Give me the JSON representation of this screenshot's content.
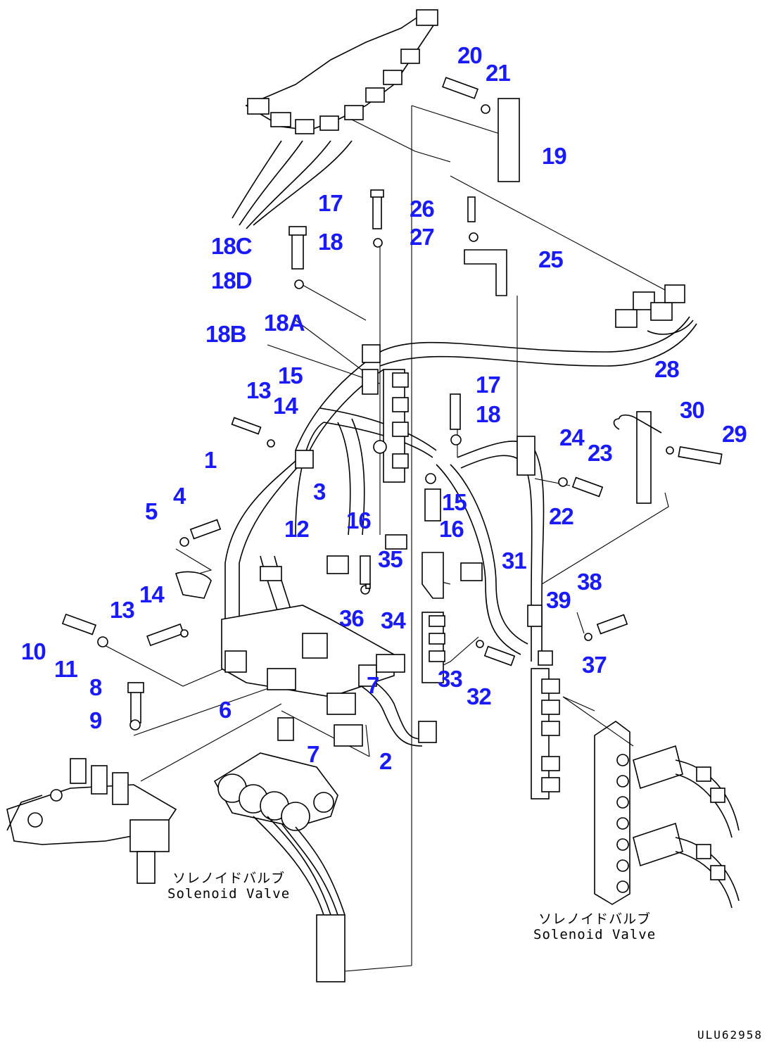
{
  "callouts": [
    {
      "id": "20",
      "label": "20"
    },
    {
      "id": "21",
      "label": "21"
    },
    {
      "id": "19",
      "label": "19"
    },
    {
      "id": "17a",
      "label": "17"
    },
    {
      "id": "26",
      "label": "26"
    },
    {
      "id": "18C",
      "label": "18C"
    },
    {
      "id": "18a",
      "label": "18"
    },
    {
      "id": "27",
      "label": "27"
    },
    {
      "id": "25",
      "label": "25"
    },
    {
      "id": "18D",
      "label": "18D"
    },
    {
      "id": "18A",
      "label": "18A"
    },
    {
      "id": "18B",
      "label": "18B"
    },
    {
      "id": "28",
      "label": "28"
    },
    {
      "id": "13a",
      "label": "13"
    },
    {
      "id": "15a",
      "label": "15"
    },
    {
      "id": "14a",
      "label": "14"
    },
    {
      "id": "17b",
      "label": "17"
    },
    {
      "id": "30",
      "label": "30"
    },
    {
      "id": "18b",
      "label": "18"
    },
    {
      "id": "29",
      "label": "29"
    },
    {
      "id": "24",
      "label": "24"
    },
    {
      "id": "23",
      "label": "23"
    },
    {
      "id": "1",
      "label": "1"
    },
    {
      "id": "4",
      "label": "4"
    },
    {
      "id": "3",
      "label": "3"
    },
    {
      "id": "15b",
      "label": "15"
    },
    {
      "id": "5",
      "label": "5"
    },
    {
      "id": "22",
      "label": "22"
    },
    {
      "id": "16a",
      "label": "16"
    },
    {
      "id": "12",
      "label": "12"
    },
    {
      "id": "16b",
      "label": "16"
    },
    {
      "id": "35",
      "label": "35"
    },
    {
      "id": "31",
      "label": "31"
    },
    {
      "id": "38",
      "label": "38"
    },
    {
      "id": "14b",
      "label": "14"
    },
    {
      "id": "39",
      "label": "39"
    },
    {
      "id": "13b",
      "label": "13"
    },
    {
      "id": "36",
      "label": "36"
    },
    {
      "id": "34",
      "label": "34"
    },
    {
      "id": "10",
      "label": "10"
    },
    {
      "id": "11",
      "label": "11"
    },
    {
      "id": "37",
      "label": "37"
    },
    {
      "id": "33",
      "label": "33"
    },
    {
      "id": "8",
      "label": "8"
    },
    {
      "id": "7a",
      "label": "7"
    },
    {
      "id": "32",
      "label": "32"
    },
    {
      "id": "6",
      "label": "6"
    },
    {
      "id": "9",
      "label": "9"
    },
    {
      "id": "7b",
      "label": "7"
    },
    {
      "id": "2",
      "label": "2"
    }
  ],
  "captions": {
    "solenoid_left_jp": "ソレノイドバルブ",
    "solenoid_left_en": "Solenoid Valve",
    "solenoid_right_jp": "ソレノイドバルブ",
    "solenoid_right_en": "Solenoid Valve"
  },
  "document_code": "ULU62958",
  "colors": {
    "callout": "#1a1aff",
    "line": "#000000",
    "background": "#ffffff"
  }
}
